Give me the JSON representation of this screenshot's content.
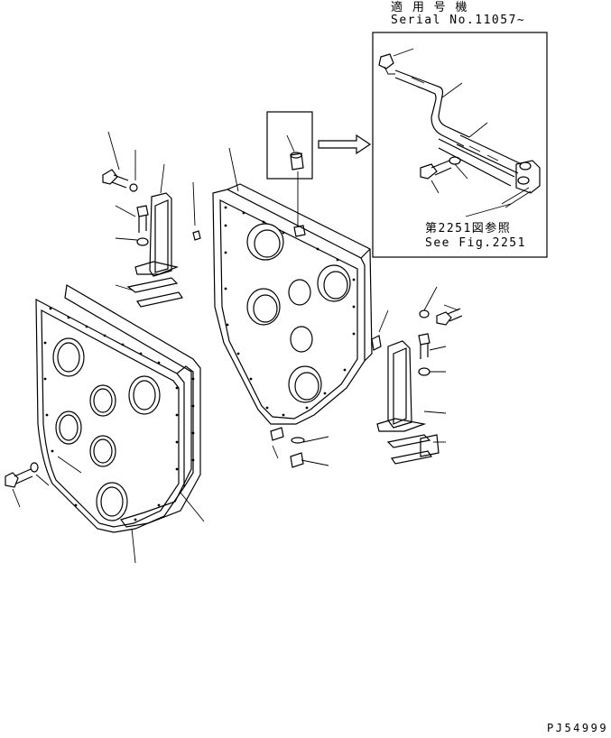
{
  "serial_box": {
    "title": "適 用 号 機",
    "serial": "Serial No.11057~"
  },
  "reference": {
    "jp": "第2251図参照",
    "en": "See Fig.2251"
  },
  "drawing_code": "PJ54999",
  "icons": {
    "arrow": "right-arrow-icon"
  }
}
